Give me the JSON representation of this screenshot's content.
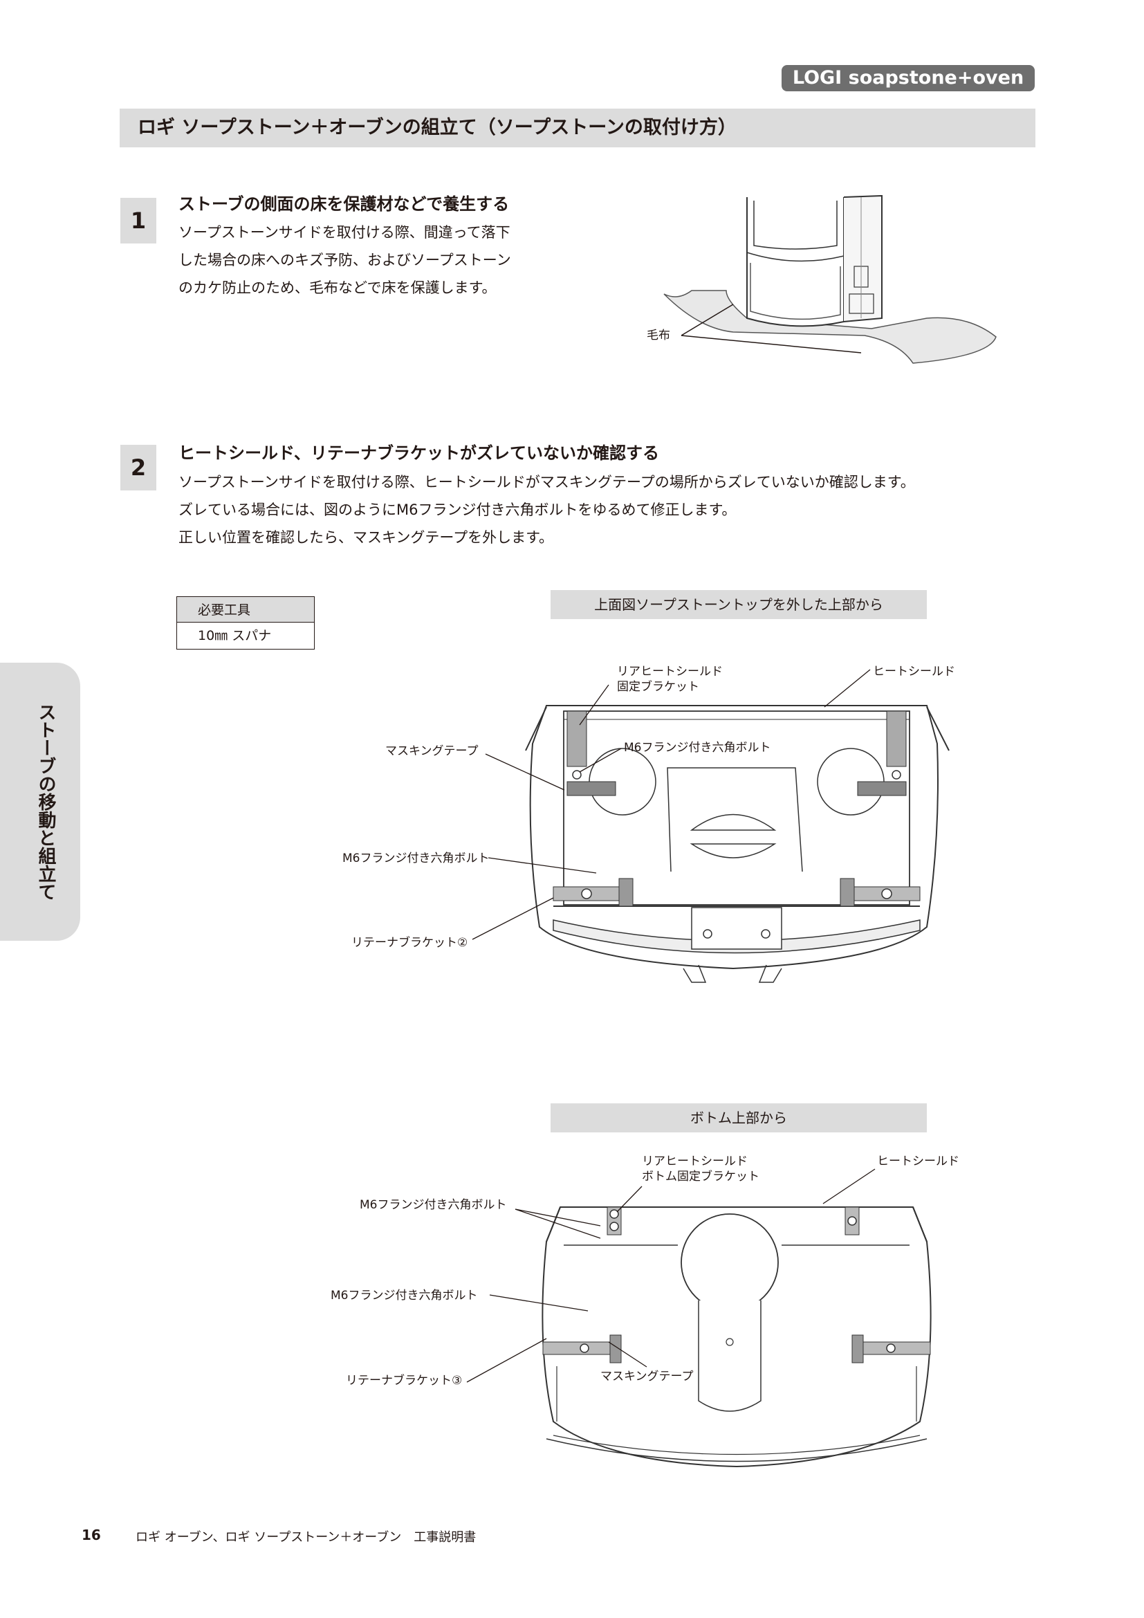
{
  "brand_badge": "LOGI soapstone+oven",
  "section_title": "ロギ ソープストーン＋オーブンの組立て（ソープストーンの取付け方）",
  "side_tab": "ストーブの移動と組立て",
  "steps": [
    {
      "number": "1",
      "heading": "ストーブの側面の床を保護材などで養生する",
      "lines": [
        "ソープストーンサイドを取付ける際、間違って落下",
        "した場合の床へのキズ予防、およびソープストーン",
        "のカケ防止のため、毛布などで床を保護します。"
      ]
    },
    {
      "number": "2",
      "heading": "ヒートシールド、リテーナブラケットがズレていないか確認する",
      "lines": [
        "ソープストーンサイドを取付ける際、ヒートシールドがマスキングテープの場所からズレていないか確認します。",
        "ズレている場合には、図のようにM6フランジ付き六角ボルトをゆるめて修正します。",
        "正しい位置を確認したら、マスキングテープを外します。"
      ]
    }
  ],
  "stove_figure": {
    "label_blanket": "毛布"
  },
  "tools": {
    "header": "必要工具",
    "item": "10㎜ スパナ"
  },
  "figure_top": {
    "caption": "上面図ソープストーントップを外した上部から",
    "labels": {
      "rear_bracket": [
        "リアヒートシールド",
        "固定ブラケット"
      ],
      "heat_shield": "ヒートシールド",
      "masking_tape": "マスキングテープ",
      "bolt_1": "M6フランジ付き六角ボルト",
      "bolt_2": "M6フランジ付き六角ボルト",
      "retainer": "リテーナブラケット②"
    }
  },
  "figure_bottom": {
    "caption": "ボトム上部から",
    "labels": {
      "rear_bracket": [
        "リアヒートシールド",
        "ボトム固定ブラケット"
      ],
      "heat_shield": "ヒートシールド",
      "bolt_1": "M6フランジ付き六角ボルト",
      "bolt_2": "M6フランジ付き六角ボルト",
      "retainer": "リテーナブラケット③",
      "masking_tape": "マスキングテープ"
    }
  },
  "footer": {
    "page_number": "16",
    "title": "ロギ オーブン、ロギ ソープストーン＋オーブン　工事説明書"
  }
}
